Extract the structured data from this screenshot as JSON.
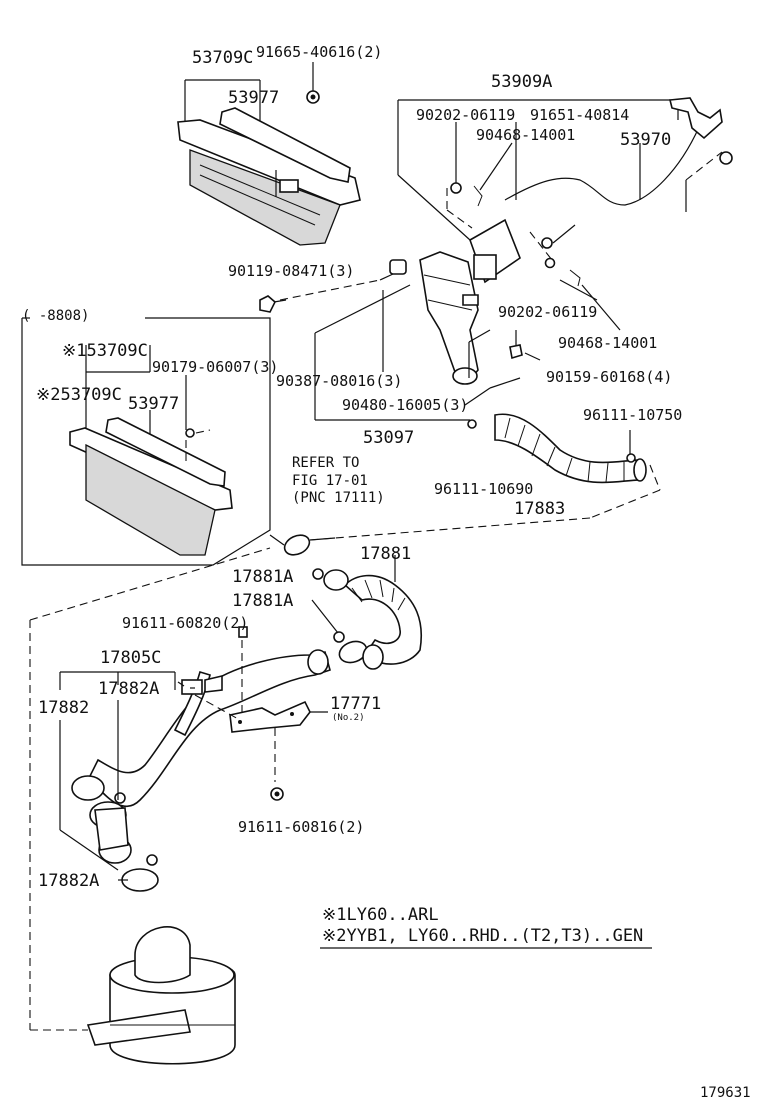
{
  "labels": {
    "p53709c": "53709C",
    "p91665": "91665-40616(2)",
    "p53977a": "53977",
    "p53909a": "53909A",
    "p90202a": "90202-06119",
    "p91651": "91651-40814",
    "p90468a": "90468-14001",
    "p53970": "53970",
    "p90119": "90119-08471(3)",
    "p8808": "(   -8808)",
    "p153709c": "※153709C",
    "p90179": "90179-06007(3)",
    "p253709c": "※253709C",
    "p53977b": "53977",
    "p90202b": "90202-06119",
    "p90468b": "90468-14001",
    "p90387": "90387-08016(3)",
    "p90159": "90159-60168(4)",
    "p90480": "90480-16005(3)",
    "p96111a": "96111-10750",
    "p53097": "53097",
    "p96111b": "96111-10690",
    "p17883": "17883",
    "refer1": "REFER TO",
    "refer2": "FIG 17-01",
    "refer3": "(PNC 17111)",
    "p17881": "17881",
    "p17881a1": "17881A",
    "p17881a2": "17881A",
    "p91611a": "91611-60820(2)",
    "p17805c": "17805C",
    "p17882a1": "17882A",
    "p17882": "17882",
    "p17771": "17771",
    "p17771no": "(No.2)",
    "p91611b": "91611-60816(2)",
    "p17882a2": "17882A"
  },
  "notes": {
    "note1": "※1LY60..ARL",
    "note2": "※2YYB1, LY60..RHD..(T2,T3)..GEN"
  },
  "figure_number": "179631"
}
